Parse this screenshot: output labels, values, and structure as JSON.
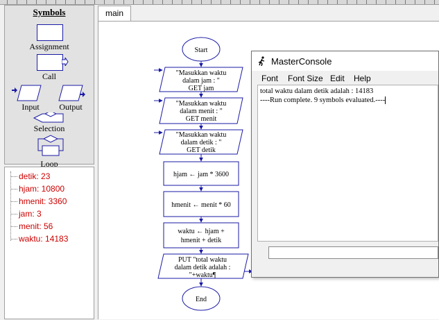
{
  "symbols_panel": {
    "title": "Symbols",
    "assignment_label": "Assignment",
    "call_label": "Call",
    "input_label": "Input",
    "output_label": "Output",
    "selection_label": "Selection",
    "loop_label": "Loop"
  },
  "variables": [
    {
      "text": "detik: 23"
    },
    {
      "text": "hjam: 10800"
    },
    {
      "text": "hmenit: 3360"
    },
    {
      "text": "jam: 3"
    },
    {
      "text": "menit: 56"
    },
    {
      "text": "waktu: 14183"
    }
  ],
  "tabs": [
    {
      "label": "main"
    }
  ],
  "flowchart": {
    "start_label": "Start",
    "end_label": "End",
    "input1": [
      "\"Masukkan waktu",
      "dalam jam : \"",
      "GET jam"
    ],
    "input2": [
      "\"Masukkan waktu",
      "dalam menit : \"",
      "GET menit"
    ],
    "input3": [
      "\"Masukkan waktu",
      "dalam detik : \"",
      "GET detik"
    ],
    "assign1": "hjam ← jam * 3600",
    "assign2": "hmenit ← menit * 60",
    "assign3": [
      "waktu ← hjam +",
      "hmenit + detik"
    ],
    "output1": [
      "PUT \"total waktu",
      "dalam detik adalah :",
      "\"+waktu¶"
    ]
  },
  "console": {
    "title": "MasterConsole",
    "menu": [
      "Font",
      "Font Size",
      "Edit",
      "Help"
    ],
    "lines": [
      "total waktu dalam detik adalah : 14183",
      "----Run complete.  9 symbols evaluated.----"
    ]
  },
  "colors": {
    "flow_stroke": "#1a1aa6",
    "variable_text": "#cc0000"
  }
}
